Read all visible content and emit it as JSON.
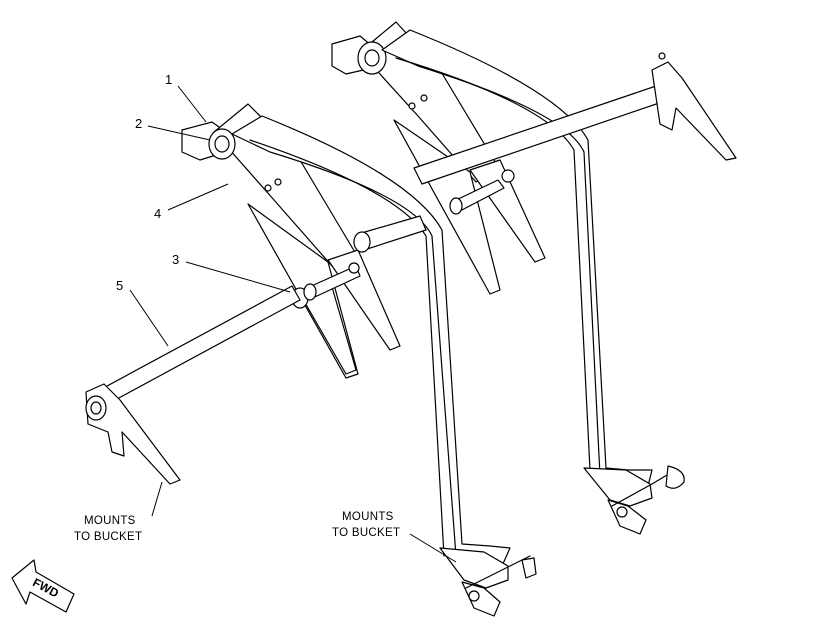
{
  "callouts": [
    {
      "id": "1",
      "label": "1"
    },
    {
      "id": "2",
      "label": "2"
    },
    {
      "id": "3",
      "label": "3"
    },
    {
      "id": "4",
      "label": "4"
    },
    {
      "id": "5",
      "label": "5"
    }
  ],
  "notes": {
    "left": {
      "line1": "MOUNTS",
      "line2": "TO BUCKET"
    },
    "center": {
      "line1": "MOUNTS",
      "line2": "TO BUCKET"
    }
  },
  "direction_arrow": {
    "label": "FWD",
    "icon": "forward-arrow-icon"
  }
}
